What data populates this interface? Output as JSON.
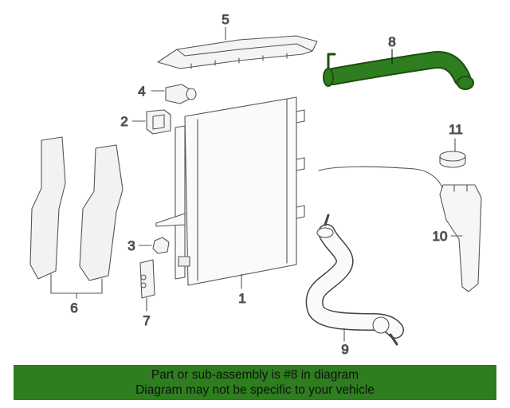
{
  "callouts": {
    "c1": "1",
    "c2": "2",
    "c3": "3",
    "c4": "4",
    "c5": "5",
    "c6": "6",
    "c7": "7",
    "c8": "8",
    "c9": "9",
    "c10": "10",
    "c11": "11"
  },
  "highlight_color": "#2e7d1e",
  "banner": {
    "line1": "Part or sub-assembly is #8 in diagram",
    "line2": "Diagram may not be specific to your vehicle"
  }
}
